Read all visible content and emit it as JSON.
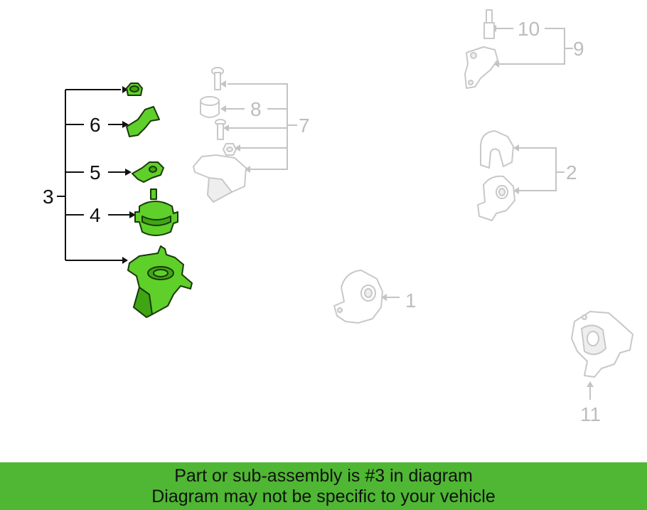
{
  "diagram": {
    "callouts": {
      "c1": "1",
      "c2": "2",
      "c3": "3",
      "c4": "4",
      "c5": "5",
      "c6": "6",
      "c7": "7",
      "c8": "8",
      "c9": "9",
      "c10": "10",
      "c11": "11"
    },
    "highlighted_callout": "3",
    "colors": {
      "highlight_part": "#5fcf2a",
      "faded_part": "#c8c8c8",
      "banner_background": "#4fb733"
    }
  },
  "banner": {
    "line1": "Part or sub-assembly is #3 in diagram",
    "line2": "Diagram may not be specific to your vehicle"
  }
}
